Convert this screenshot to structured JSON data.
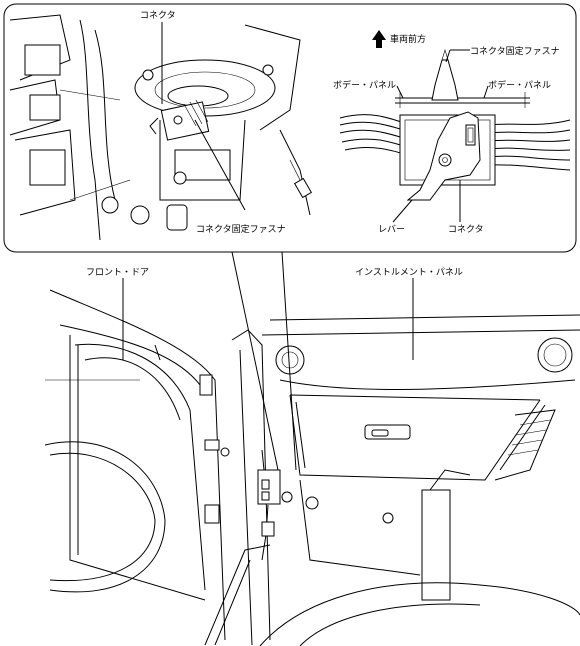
{
  "callout": {
    "top_label_connector": "コネクタ",
    "bottom_label_fastener": "コネクタ固定ファスナ"
  },
  "detail": {
    "direction_label": "車両前方",
    "fastener_label": "コネクタ固定ファスナ",
    "body_panel_left": "ボデー・パネル",
    "body_panel_right": "ボデー・パネル",
    "lever_label": "レバー",
    "connector_label": "コネクタ"
  },
  "main": {
    "front_door_label": "フロント・ドア",
    "instrument_panel_label": "インストルメント・パネル"
  },
  "colors": {
    "line": "#000000",
    "background": "#ffffff"
  }
}
